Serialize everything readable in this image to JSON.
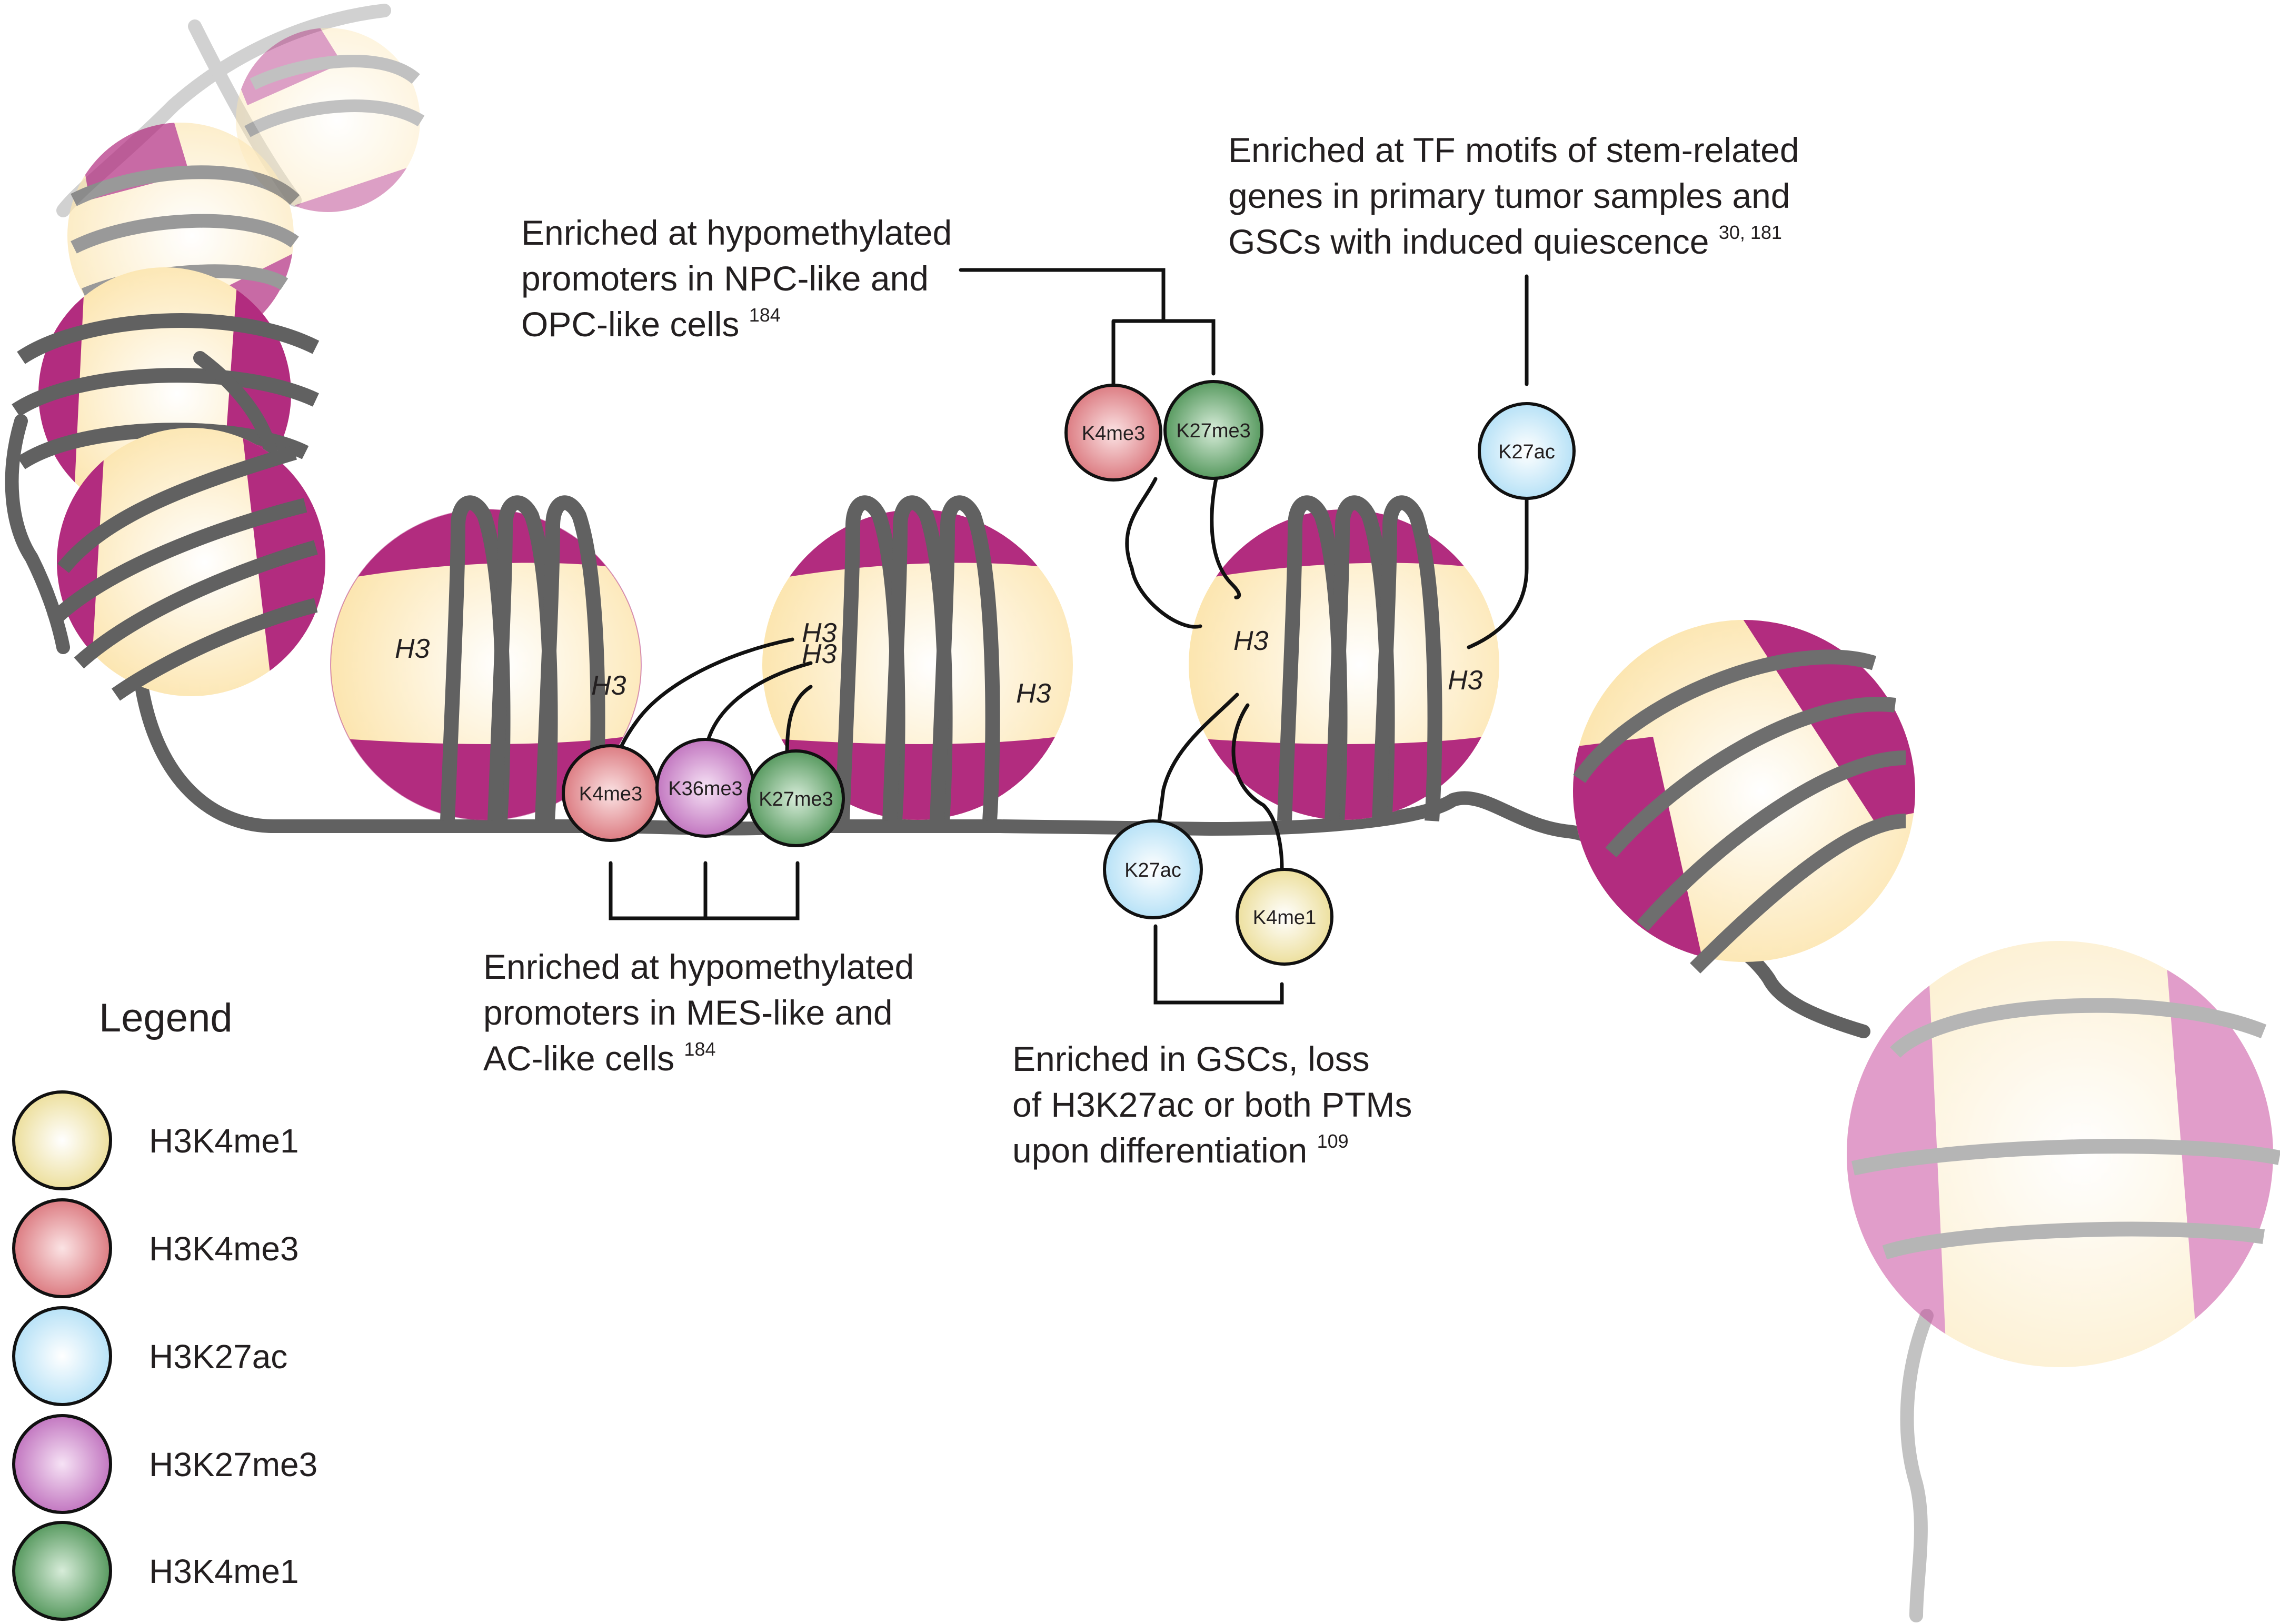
{
  "annotations": {
    "tf_motifs": {
      "lines": [
        "Enriched at TF motifs of stem-related",
        "genes in primary tumor samples and",
        "GSCs with induced quiescence"
      ],
      "ref": "30, 181"
    },
    "npc_opc": {
      "lines": [
        "Enriched at hypomethylated",
        "promoters in NPC-like and",
        "OPC-like cells"
      ],
      "ref": "184"
    },
    "mes_ac": {
      "lines": [
        "Enriched at hypomethylated",
        "promoters in MES-like and",
        "AC-like cells"
      ],
      "ref": "184"
    },
    "gsc": {
      "lines": [
        "Enriched in GSCs, loss",
        "of H3K27ac or both PTMs",
        "upon differentiation"
      ],
      "ref": "109"
    }
  },
  "histone_labels": {
    "n2_left": "H3",
    "n2_right": "H3",
    "n3_a": "H3",
    "n3_b": "H3",
    "n3_right": "H3",
    "n4_left": "H3",
    "n4_right": "H3"
  },
  "marks": {
    "left_k4me3": "K4me3",
    "left_k36me3": "K36me3",
    "left_k27me3": "K27me3",
    "top_k4me3": "K4me3",
    "top_k27me3": "K27me3",
    "top_k27ac": "K27ac",
    "bottom_k27ac": "K27ac",
    "bottom_k4me1": "K4me1"
  },
  "legend": {
    "title": "Legend",
    "items": [
      {
        "label": "H3K4me1",
        "color": "#e9d98a"
      },
      {
        "label": "H3K4me3",
        "color": "#d6686f"
      },
      {
        "label": "H3K27ac",
        "color": "#a9dcf5"
      },
      {
        "label": "H3K27me3",
        "color": "#b862b6"
      },
      {
        "label": "H3K4me1",
        "color": "#3f8a48"
      }
    ]
  },
  "colors": {
    "nucleosome_core": "#fce3a8",
    "nucleosome_band": "#b22c7f",
    "dna": "#616161",
    "k4me1": "#e9d98a",
    "k4me3": "#d6686f",
    "k27ac": "#a9dcf5",
    "k36me3": "#b862b6",
    "k27me3": "#3f8a48"
  }
}
